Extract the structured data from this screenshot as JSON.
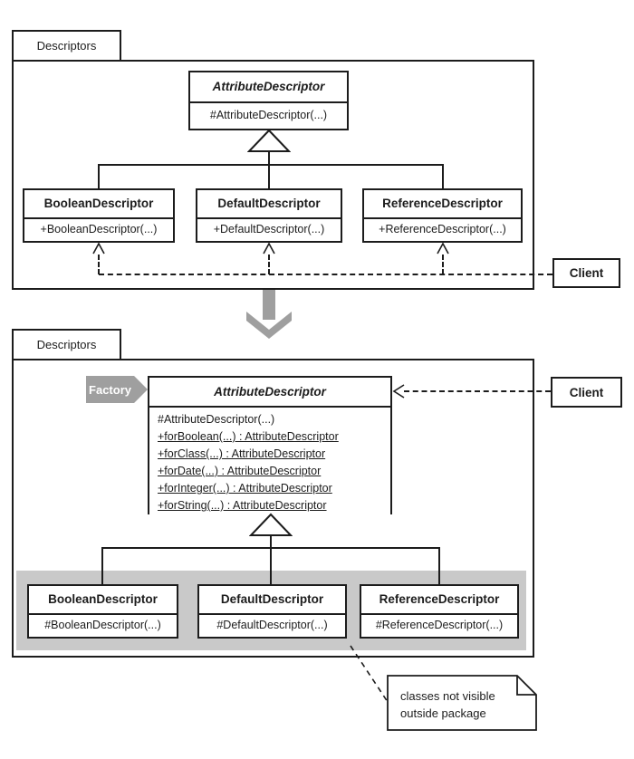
{
  "colors": {
    "line": "#1c1c1c",
    "shaded_band": "#c9c9c9",
    "gray_elements": "#9f9f9f",
    "background": "#ffffff"
  },
  "top": {
    "package_label": "Descriptors",
    "superclass": {
      "name": "AttributeDescriptor",
      "methods": [
        "#AttributeDescriptor(...)"
      ]
    },
    "subclasses": [
      {
        "name": "BooleanDescriptor",
        "methods": [
          "+BooleanDescriptor(...)"
        ]
      },
      {
        "name": "DefaultDescriptor",
        "methods": [
          "+DefaultDescriptor(...)"
        ]
      },
      {
        "name": "ReferenceDescriptor",
        "methods": [
          "+ReferenceDescriptor(...)"
        ]
      }
    ],
    "client_label": "Client"
  },
  "bottom": {
    "package_label": "Descriptors",
    "factory_label": "Factory",
    "superclass": {
      "name": "AttributeDescriptor",
      "methods": [
        "#AttributeDescriptor(...)",
        "+forBoolean(...) : AttributeDescriptor",
        "+forClass(...) : AttributeDescriptor",
        "+forDate(...) : AttributeDescriptor",
        "+forInteger(...) : AttributeDescriptor",
        "+forString(...) : AttributeDescriptor"
      ]
    },
    "subclasses": [
      {
        "name": "BooleanDescriptor",
        "methods": [
          "#BooleanDescriptor(...)"
        ]
      },
      {
        "name": "DefaultDescriptor",
        "methods": [
          "#DefaultDescriptor(...)"
        ]
      },
      {
        "name": "ReferenceDescriptor",
        "methods": [
          "#ReferenceDescriptor(...)"
        ]
      }
    ],
    "client_label": "Client",
    "note": {
      "lines": [
        "classes not visible",
        "outside package"
      ]
    }
  }
}
